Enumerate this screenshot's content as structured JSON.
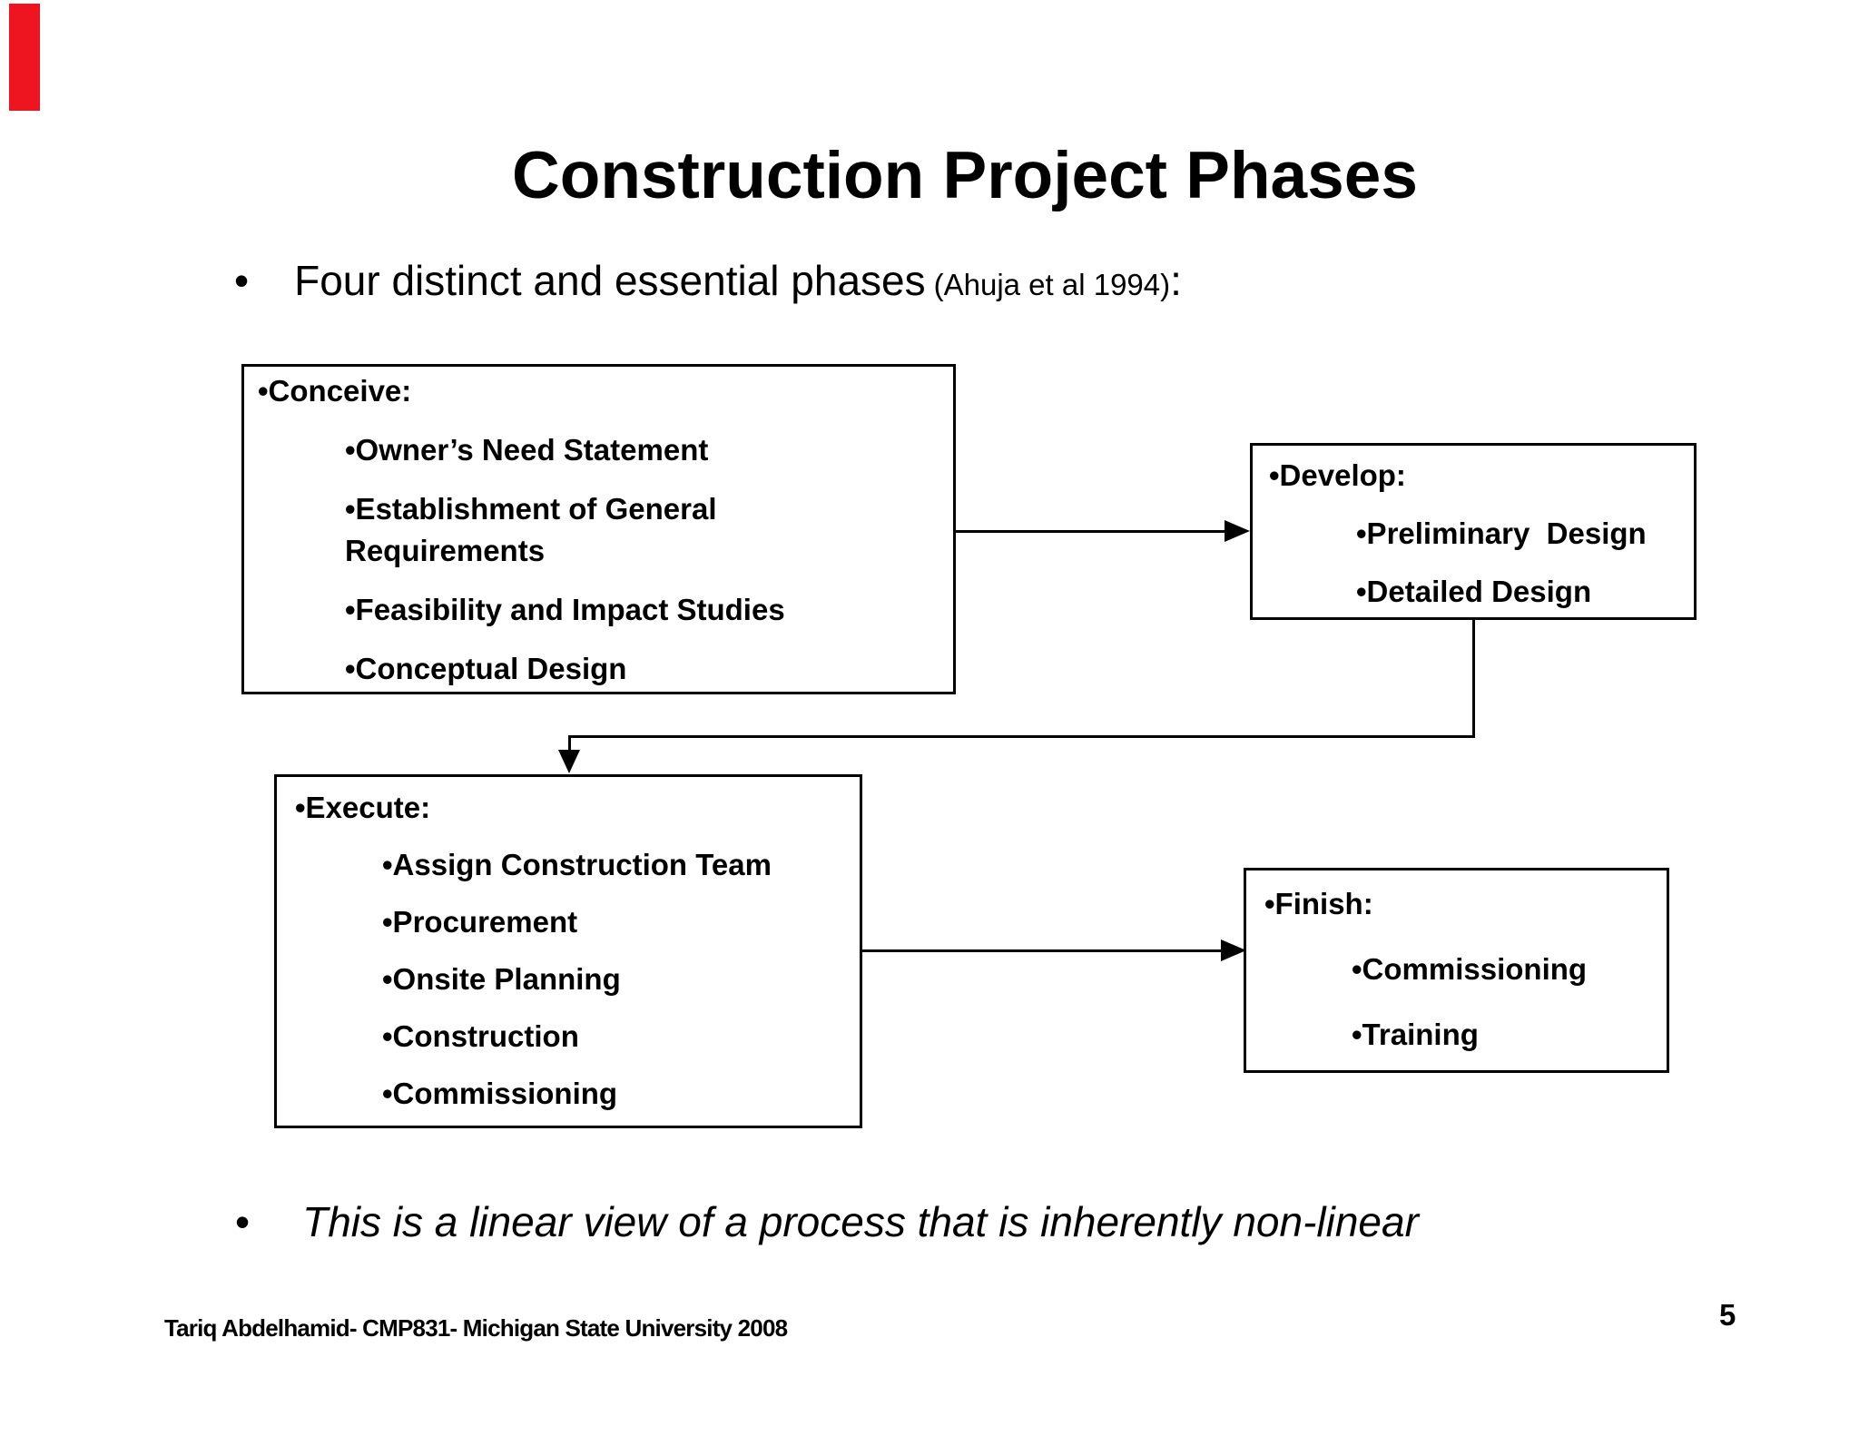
{
  "slide": {
    "title": "Construction Project Phases",
    "footer": "Tariq Abdelhamid- CMP831- Michigan State University 2008",
    "page_number": "5",
    "accent_red": "#ee1520"
  },
  "intro_bullet": {
    "marker": "•",
    "text": "Four distinct and essential phases",
    "citation": "(Ahuja et al 1994)",
    "suffix": ":"
  },
  "closing_bullet": {
    "marker": "•",
    "text": "This is a linear view of a process that is inherently non-linear"
  },
  "boxes": {
    "conceive": {
      "heading": "•Conceive:",
      "items": [
        "•Owner’s Need Statement",
        "•Establishment of General\nRequirements",
        "•Feasibility and Impact Studies",
        "•Conceptual Design"
      ]
    },
    "develop": {
      "heading": "•Develop:",
      "items": [
        "•Preliminary  Design",
        "•Detailed Design"
      ]
    },
    "execute": {
      "heading": "•Execute:",
      "items": [
        "•Assign Construction Team",
        "•Procurement",
        "•Onsite Planning",
        "•Construction",
        "•Commissioning"
      ]
    },
    "finish": {
      "heading": "•Finish:",
      "items": [
        "•Commissioning",
        "•Training"
      ]
    }
  }
}
